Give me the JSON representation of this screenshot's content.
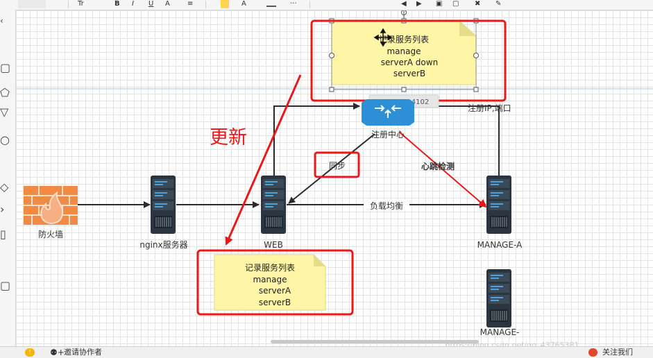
{
  "toolbar": {
    "items": [
      "Tr",
      "B",
      "I",
      "U",
      "A",
      "≡",
      "A"
    ]
  },
  "diagram": {
    "note_top": {
      "line1": "记录服务列表",
      "line2": "manage",
      "line3": "serverA  down",
      "line4": "serverB"
    },
    "note_bottom": {
      "line1": "记录服务列表",
      "line2": "manage",
      "line3": "serverA",
      "line4": "serverB"
    },
    "tooltip": "X: 703  Y: 4102",
    "registry_label": "注册中心",
    "register_ip_label": "注册IP,端口",
    "update_label": "更新",
    "sync_label": "同步",
    "heartbeat_label": "心跳检测",
    "loadbalance_label": "负载均衡",
    "firewall_label": "防火墙",
    "nginx_label": "nginx服务器",
    "web_label": "WEB",
    "manage_a_label": "MANAGE-A",
    "manage_b_label": "MANAGE-"
  },
  "statusbar": {
    "invite": "邀请协作者",
    "follow": "关注我们",
    "watermark": "https://blog.csdn.net/qq_43765381"
  },
  "colors": {
    "annotation_red": "#e8191b",
    "note_yellow": "#fff5a6",
    "server_dark": "#2a3540",
    "registry_blue": "#2d8fd5"
  }
}
